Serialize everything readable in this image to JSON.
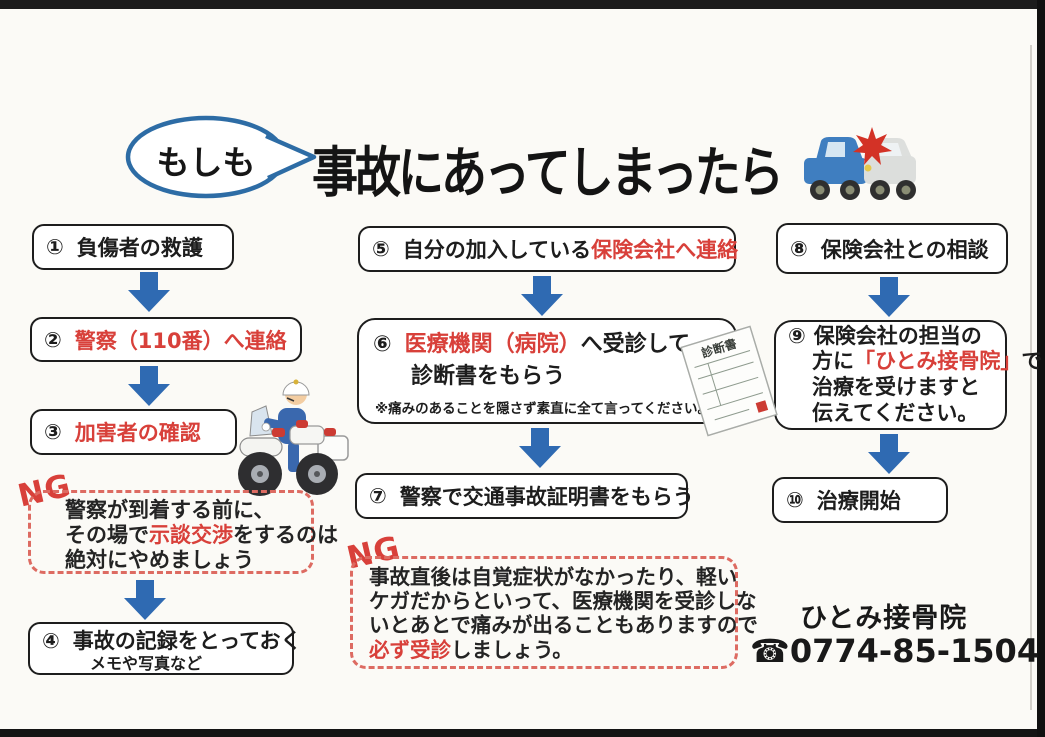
{
  "document_type": "scanned traffic-accident instruction flyer",
  "header": {
    "bubble_label": "もしも",
    "title": "事故にあってしまったら"
  },
  "steps": {
    "s1": {
      "num": "①",
      "text": "負傷者の救護"
    },
    "s2": {
      "num": "②",
      "red": "警察（110番）へ連絡"
    },
    "s3": {
      "num": "③",
      "red": "加害者の確認"
    },
    "s4": {
      "num": "④",
      "text": "事故の記録をとっておく",
      "sub": "メモや写真など"
    },
    "s5": {
      "num": "⑤",
      "text": "自分の加入している",
      "red": "保険会社へ連絡"
    },
    "s6": {
      "num": "⑥",
      "red": "医療機関（病院）",
      "text": "へ受診して",
      "line2": "診断書をもらう",
      "note": "※痛みのあることを隠さず素直に全て言ってください。"
    },
    "s7": {
      "num": "⑦",
      "text": "警察で交通事故証明書をもらう"
    },
    "s8": {
      "num": "⑧",
      "text": "保険会社との相談"
    },
    "s9": {
      "num": "⑨",
      "line1": "保険会社の担当の",
      "line2_pre": "方に",
      "line2_red": "「ひとみ接骨院」",
      "line2_post": "で",
      "line3": "治療を受けますと",
      "line4": "伝えてください。"
    },
    "s10": {
      "num": "⑩",
      "text": "治療開始"
    }
  },
  "warnings": {
    "label": "NG",
    "w1": {
      "line1": "警察が到着する前に、",
      "line2_pre": "その場で",
      "line2_red": "示談交渉",
      "line2_post": "をするのは",
      "line3": "絶対にやめましょう"
    },
    "w2": {
      "line1": "事故直後は自覚症状がなかったり、軽い",
      "line2": "ケガだからといって、医療機関を受診しな",
      "line3": "いとあとで痛みが出ることもありますので",
      "line4_red": "必ず受診",
      "line4_post": "しましょう。"
    }
  },
  "footer": {
    "clinic_name": "ひとみ接骨院",
    "phone_icon": "☎",
    "phone_number": "0774-85-1504"
  },
  "illustrations": {
    "certificate_title": "診断書",
    "crash_icon": "car-crash",
    "police_icon": "police-motorcycle"
  },
  "colors": {
    "accent_red": "#d8403a",
    "arrow_blue": "#2f6ab2",
    "ng_dash": "#dd6b62",
    "bubble_blue": "#2d6ca5",
    "paper": "#fbfaf6"
  }
}
